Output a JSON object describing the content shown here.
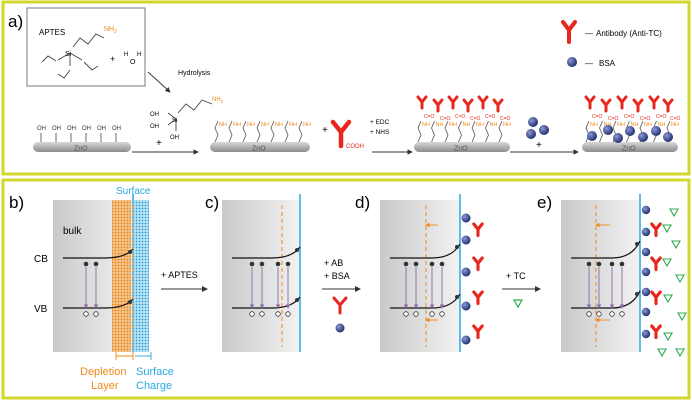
{
  "panel_a": {
    "label": "a)",
    "reagents": {
      "aptes": "APTES",
      "si": "Si",
      "nh2": "NH",
      "nh2_sub": "2",
      "plus": "+",
      "water_h1": "H",
      "water_o": "O",
      "water_h2": "H"
    },
    "hydrolysis": "Hydrolysis",
    "legend": {
      "antibody": "Antibody (Anti-TC)",
      "bsa": "BSA",
      "dash": "—"
    },
    "substrate": "ZnO",
    "oh": "OH",
    "nh": "NH",
    "cooh": "COOH",
    "edc": "+ EDC",
    "nhs": "+ NHS",
    "plus": "+",
    "co": "C=O"
  },
  "panel_b": {
    "label": "b)",
    "surface": "Surface",
    "bulk": "bulk",
    "cb": "CB",
    "vb": "VB",
    "depletion_line1": "Depletion",
    "depletion_line2": "Layer",
    "charge_line1": "Surface",
    "charge_line2": "Charge"
  },
  "panel_c": {
    "label": "c)",
    "arrow_label": "+ APTES"
  },
  "panel_d": {
    "label": "d)",
    "ab": "+ AB",
    "bsa": "+ BSA"
  },
  "panel_e": {
    "label": "e)",
    "tc": "+ TC"
  },
  "colors": {
    "frame": "#d4d72b",
    "antibody": "#e8261c",
    "bsa": "#2c3a7a",
    "orange": "#f08a1c",
    "surface": "#2aa8e0",
    "tc": "#2fa84f",
    "arrow_e": "#8a6aa8"
  }
}
